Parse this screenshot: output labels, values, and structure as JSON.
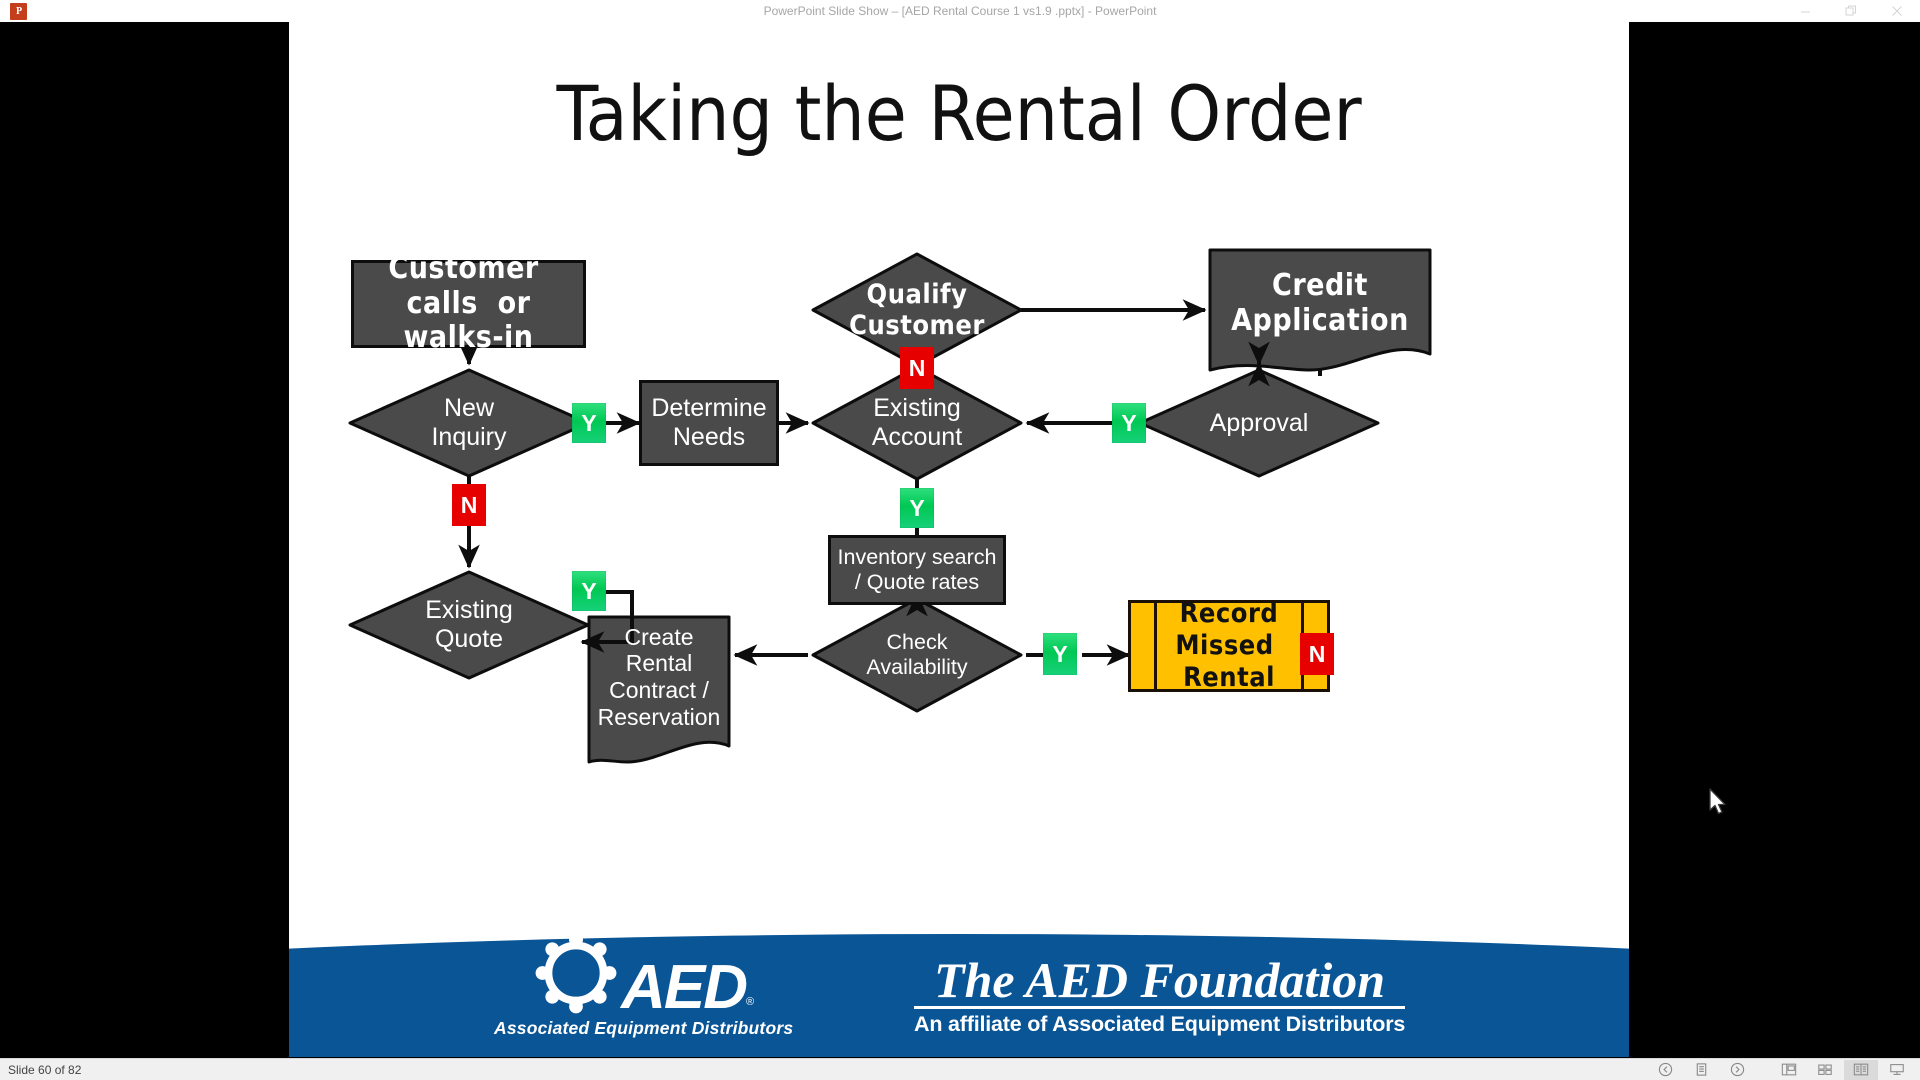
{
  "window": {
    "title": "PowerPoint Slide Show –  [AED Rental Course 1 vs1.9 .pptx]  -  PowerPoint",
    "app_icon": "powerpoint-icon",
    "controls": [
      {
        "name": "minimize-button",
        "glyph": "minimize-icon"
      },
      {
        "name": "restore-button",
        "glyph": "restore-icon"
      },
      {
        "name": "close-button",
        "glyph": "close-icon"
      }
    ]
  },
  "statusbar": {
    "slide_counter": "Slide 60 of 82",
    "tools": [
      {
        "name": "previous-slide-button",
        "icon": "chevron-left-circle-icon",
        "active": false
      },
      {
        "name": "pen-tools-button",
        "icon": "pen-menu-icon",
        "active": false
      },
      {
        "name": "next-slide-button",
        "icon": "chevron-right-circle-icon",
        "active": false
      },
      {
        "name": "normal-view-button",
        "icon": "normal-view-icon",
        "active": false
      },
      {
        "name": "slide-sorter-button",
        "icon": "slide-sorter-icon",
        "active": false
      },
      {
        "name": "reading-view-button",
        "icon": "reading-view-icon",
        "active": true
      },
      {
        "name": "slide-show-button",
        "icon": "slide-show-icon",
        "active": false
      }
    ]
  },
  "slide": {
    "title": "Taking the Rental Order",
    "colors": {
      "node_fill": "#4a4a4a",
      "node_border": "#0d0d0d",
      "yes_badge": "#00c853",
      "no_badge": "#e60000",
      "highlight_fill": "#FFC000",
      "footer_blue": "#0a5596"
    },
    "nodes": [
      {
        "id": "customer-calls",
        "name": "node-customer-calls",
        "label": "Customer  calls  or\nwalks-in",
        "shape": "process",
        "style": "condensed"
      },
      {
        "id": "new-inquiry",
        "name": "node-new-inquiry",
        "label": "New\nInquiry",
        "shape": "decision",
        "style": "regular"
      },
      {
        "id": "existing-quote",
        "name": "node-existing-quote",
        "label": "Existing\nQuote",
        "shape": "decision",
        "style": "regular"
      },
      {
        "id": "determine-needs",
        "name": "node-determine-needs",
        "label": "Determine\nNeeds",
        "shape": "process",
        "style": "regular"
      },
      {
        "id": "qualify-customer",
        "name": "node-qualify-customer",
        "label": "Qualify\nCustomer",
        "shape": "decision",
        "style": "condensed"
      },
      {
        "id": "credit-application",
        "name": "node-credit-application",
        "label": "Credit\nApplication",
        "shape": "document",
        "style": "condensed"
      },
      {
        "id": "approval",
        "name": "node-approval",
        "label": "Approval",
        "shape": "decision",
        "style": "regular"
      },
      {
        "id": "existing-account",
        "name": "node-existing-account",
        "label": "Existing\nAccount",
        "shape": "decision",
        "style": "regular"
      },
      {
        "id": "inventory-search",
        "name": "node-inventory-search",
        "label": "Inventory search\n/ Quote rates",
        "shape": "process",
        "style": "regular"
      },
      {
        "id": "check-availability",
        "name": "node-check-availability",
        "label": "Check\nAvailability",
        "shape": "decision",
        "style": "regular"
      },
      {
        "id": "create-rental-contract",
        "name": "node-create-rental-contract",
        "label": "Create Rental\nContract /\nReservation",
        "shape": "document",
        "style": "regular"
      },
      {
        "id": "record-missed-rental",
        "name": "node-record-missed-rental",
        "label": "Record\nMissed  Rental",
        "shape": "predefined-process",
        "style": "condensed"
      }
    ],
    "badges": [
      {
        "id": "b1",
        "name": "badge-yes-new-inquiry",
        "label": "Y",
        "type": "yes"
      },
      {
        "id": "b2",
        "name": "badge-no-new-inquiry",
        "label": "N",
        "type": "no"
      },
      {
        "id": "b3",
        "name": "badge-yes-existing-quote",
        "label": "Y",
        "type": "yes"
      },
      {
        "id": "b4",
        "name": "badge-no-qualify-customer",
        "label": "N",
        "type": "no"
      },
      {
        "id": "b5",
        "name": "badge-yes-approval",
        "label": "Y",
        "type": "yes"
      },
      {
        "id": "b6",
        "name": "badge-yes-existing-account",
        "label": "Y",
        "type": "yes"
      },
      {
        "id": "b7",
        "name": "badge-yes-check-availability",
        "label": "Y",
        "type": "yes"
      },
      {
        "id": "b8",
        "name": "badge-no-check-availability",
        "label": "N",
        "type": "no"
      }
    ],
    "footer": {
      "aed_letters": "AED",
      "aed_registered": "®",
      "aed_tagline": "Associated Equipment Distributors",
      "foundation_title": "The AED Foundation",
      "foundation_subtitle": "An affiliate of Associated Equipment Distributors"
    }
  }
}
